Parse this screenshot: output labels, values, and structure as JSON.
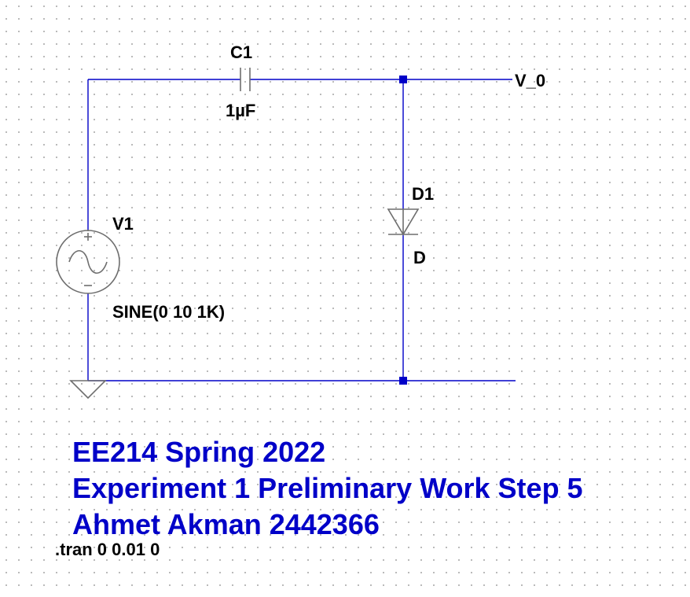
{
  "schematic": {
    "capacitor": {
      "ref": "C1",
      "value": "1µF"
    },
    "diode": {
      "ref": "D1",
      "model": "D"
    },
    "source": {
      "ref": "V1",
      "value": "SINE(0 10 1K)"
    },
    "output_net_label": "V_0",
    "directive": ".tran 0 0.01 0"
  },
  "notes": {
    "line1": "EE214 Spring 2022",
    "line2": "Experiment 1 Preliminary Work Step 5",
    "line3": "Ahmet Akman 2442366"
  },
  "colors": {
    "wire": "#0000c8",
    "component": "#6e6e6e",
    "junction": "#0000c8",
    "note_text": "#0000c8",
    "grid_dot": "#a8a8a8"
  }
}
